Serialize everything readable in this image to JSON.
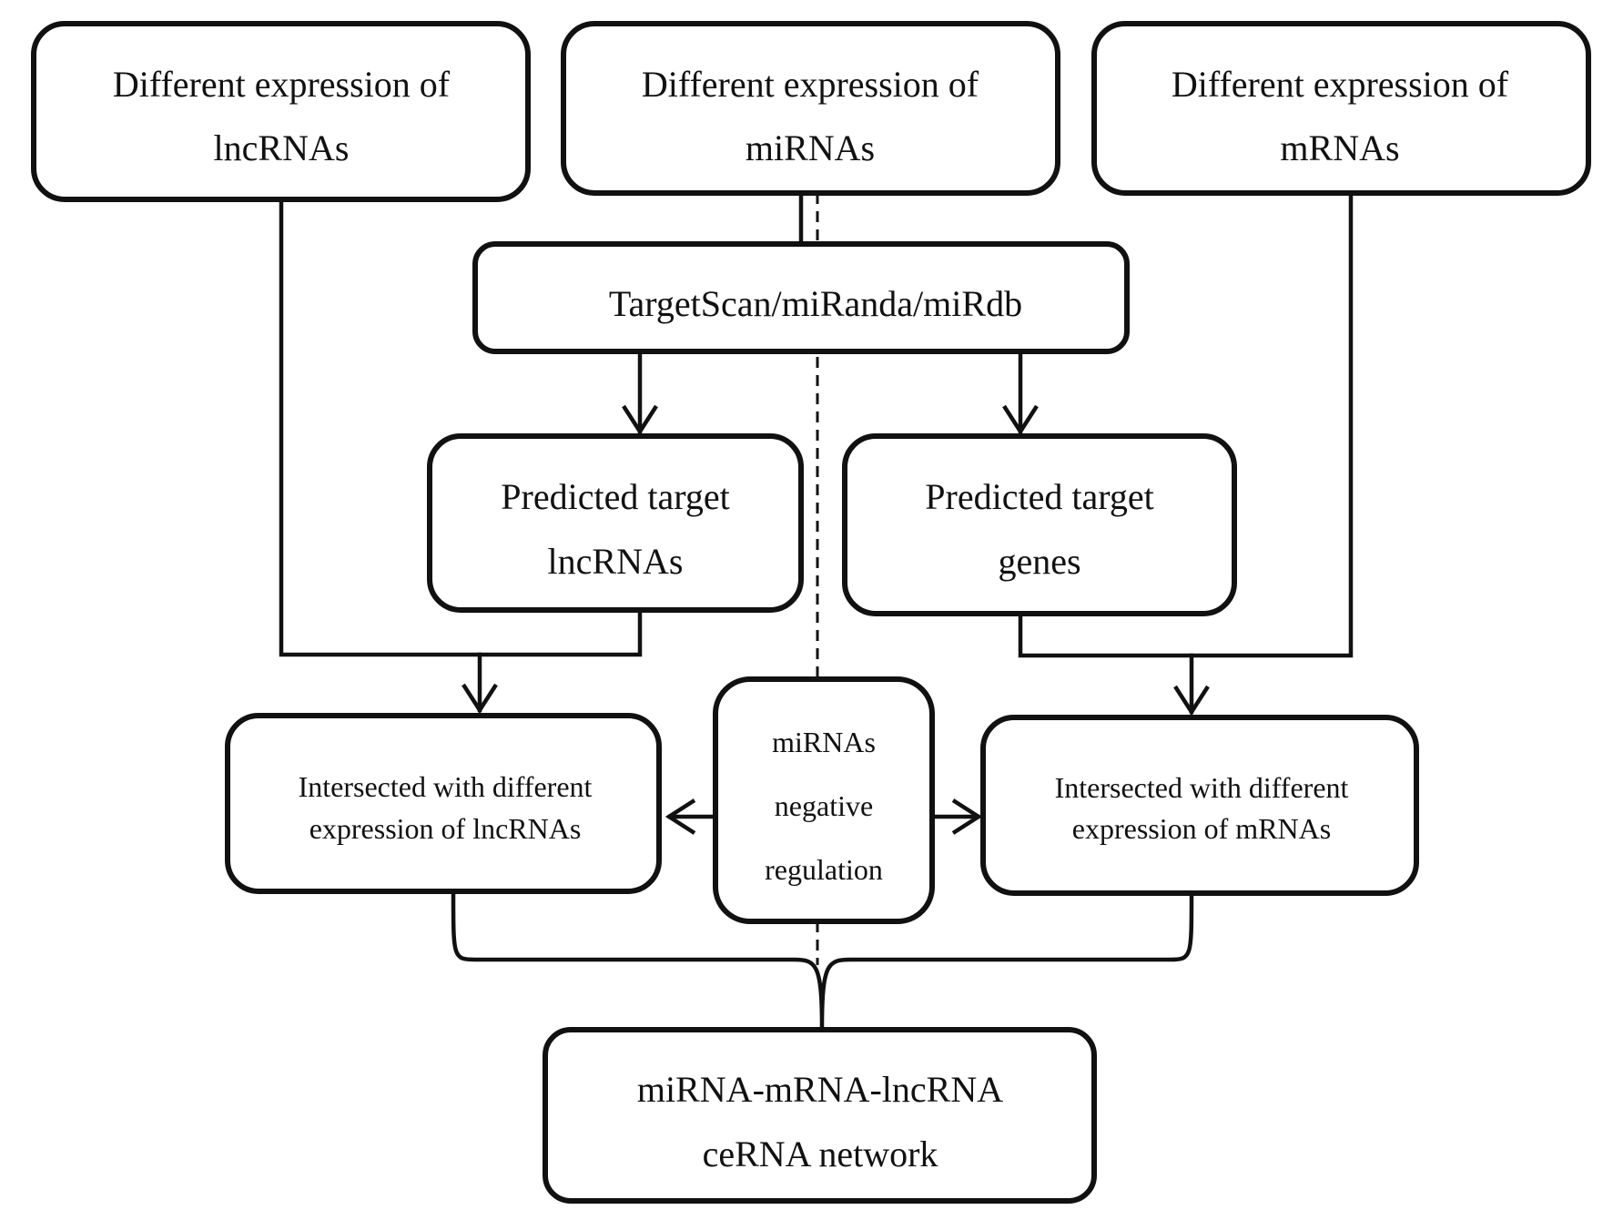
{
  "nodes": {
    "lnc_expr": [
      "Different expression of",
      "lncRNAs"
    ],
    "mi_expr": [
      "Different expression of",
      "miRNAs"
    ],
    "m_expr": [
      "Different expression of",
      "mRNAs"
    ],
    "databases": "TargetScan/miRanda/miRdb",
    "pred_lnc": [
      "Predicted target",
      "lncRNAs"
    ],
    "pred_genes": [
      "Predicted target",
      "genes"
    ],
    "neg_reg": [
      "miRNAs",
      "negative",
      "regulation"
    ],
    "inter_lnc": [
      "Intersected with different",
      "expression of lncRNAs"
    ],
    "inter_m": [
      "Intersected with different",
      "expression of mRNAs"
    ],
    "network": [
      "miRNA-mRNA-lncRNA",
      "ceRNA network"
    ]
  }
}
